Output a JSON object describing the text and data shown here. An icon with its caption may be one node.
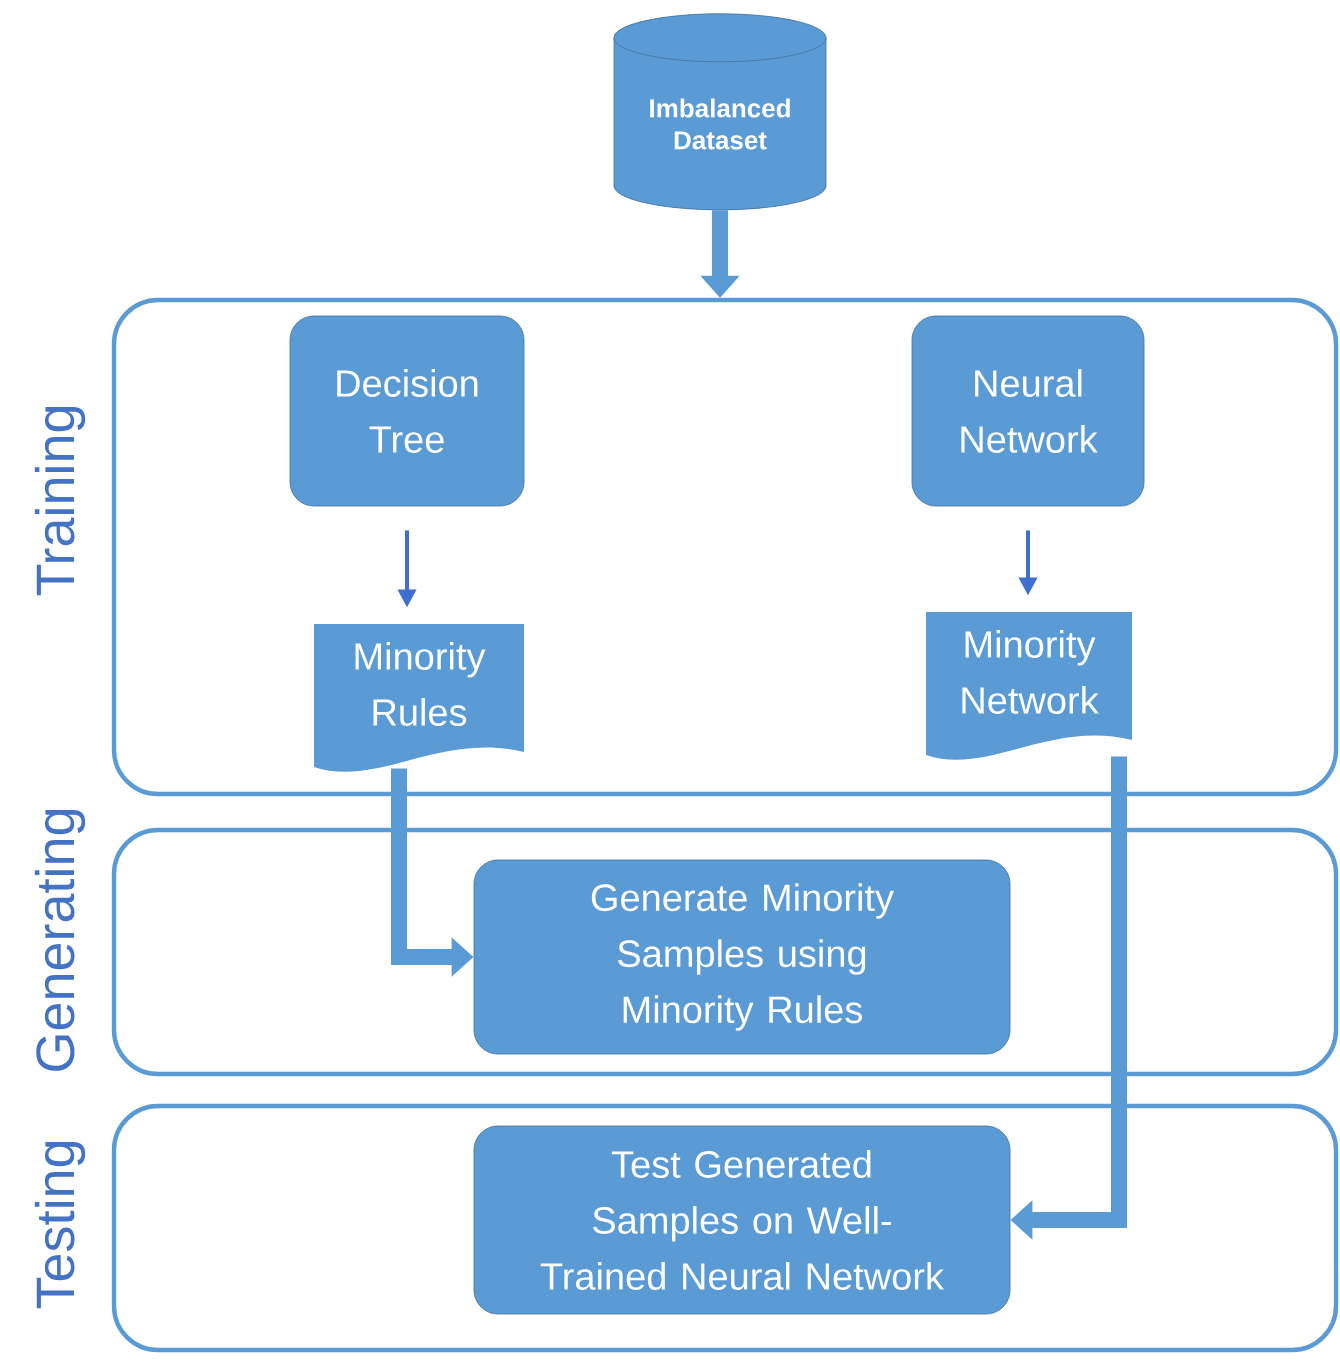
{
  "diagram": {
    "nodes": [
      {
        "text": [
          "Imbalanced Dataset"
        ]
      },
      {
        "text": [
          "Training"
        ]
      },
      {
        "text": [
          "Decision Tree"
        ],
        "in": 1
      },
      {
        "text": [
          "Neural Network"
        ],
        "in": 1
      },
      {
        "text": [
          "Minority Rules"
        ],
        "in": 1
      },
      {
        "text": [
          "Minority Network"
        ],
        "in": 1
      },
      {
        "text": [
          "Generating"
        ]
      },
      {
        "text": [
          "Generate Minority Samples using Minority Rules"
        ],
        "in": 6
      },
      {
        "text": [
          "Testing"
        ]
      },
      {
        "text": [
          "Test Generated Samples on Well-Trained Neural Network"
        ],
        "in": 8
      }
    ],
    "edges": [
      {
        "from": 0,
        "to": 1,
        "arrow": "to"
      },
      {
        "from": 2,
        "to": 4,
        "arrow": "to",
        "color": "#3f6fcf"
      },
      {
        "from": 3,
        "to": 5,
        "arrow": "to",
        "color": "#3f6fcf"
      },
      {
        "from": 4,
        "to": 7,
        "arrow": "to"
      },
      {
        "from": 5,
        "to": 9,
        "arrow": "to"
      }
    ]
  }
}
